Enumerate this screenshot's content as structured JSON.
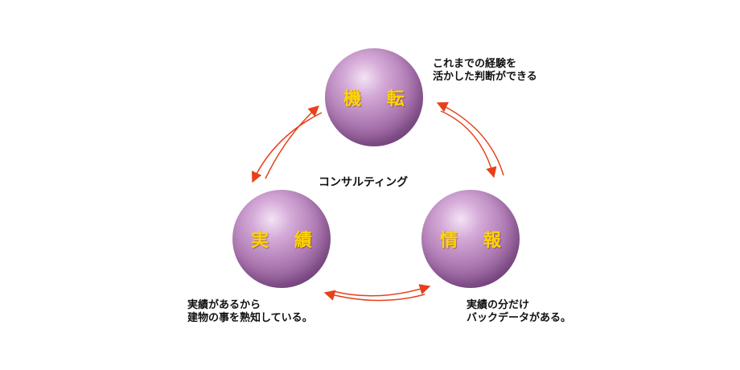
{
  "center_label": "コンサルティング",
  "nodes": {
    "top": {
      "label": "機 転",
      "note_line1": "これまでの経験を",
      "note_line2": "活かした判断ができる"
    },
    "left": {
      "label": "実 績",
      "note_line1": "実績があるから",
      "note_line2": "建物の事を熟知している。"
    },
    "right": {
      "label": "情 報",
      "note_line1": "実績の分だけ",
      "note_line2": "バックデータがある。"
    }
  },
  "colors": {
    "arrow": "#e8401a",
    "label": "#ffd400",
    "sphere": "#a974ae"
  }
}
